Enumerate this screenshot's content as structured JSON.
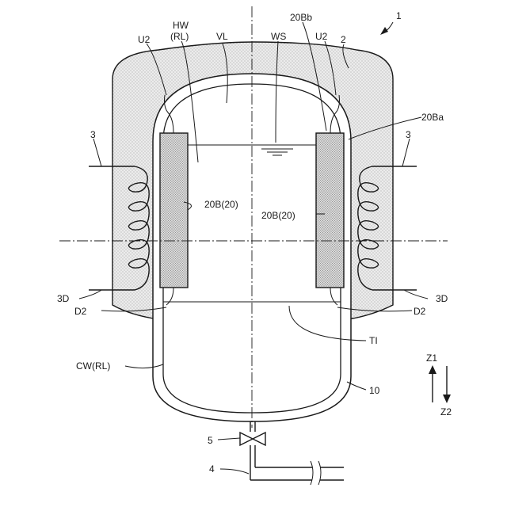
{
  "labels": {
    "figure_number": "1",
    "insulation": "2",
    "coil_left": "3",
    "coil_right": "3",
    "coil_end_left": "3D",
    "coil_end_right": "3D",
    "pipe": "4",
    "valve": "5",
    "vessel": "10",
    "hot_water_top": "HW",
    "hot_water_bottom": "(RL)",
    "vapor": "VL",
    "water_surface": "WS",
    "heater_top": "20Bb",
    "heater_side": "20Ba",
    "heater_left": "20B(20)",
    "heater_right": "20B(20)",
    "u2_left": "U2",
    "u2_right": "U2",
    "d2_left": "D2",
    "d2_right": "D2",
    "interface": "TI",
    "cold_water": "CW(RL)",
    "z_up": "Z1",
    "z_down": "Z2"
  },
  "colors": {
    "line": "#1a1a1a",
    "stipple_bg": "#e4e4e4",
    "stipple_dot": "#8a8a8a"
  }
}
